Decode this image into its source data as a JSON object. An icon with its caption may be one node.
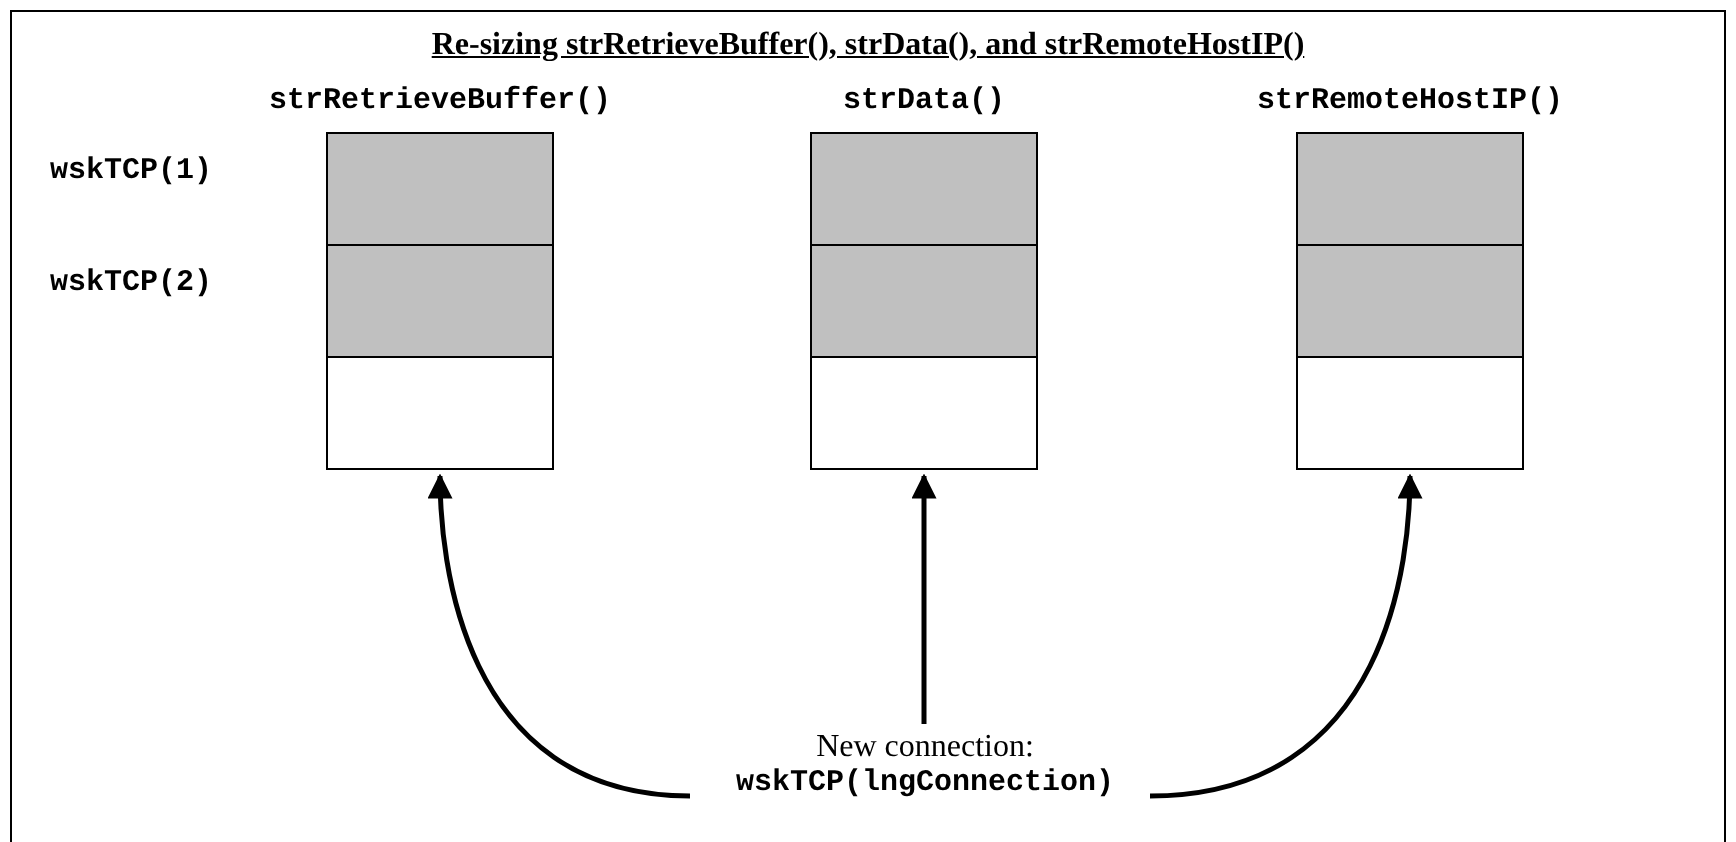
{
  "diagram": {
    "title": "Re-sizing strRetrieveBuffer(), strData(), and strRemoteHostIP()",
    "nodes": [
      {
        "text": [
          "strRetrieveBuffer()"
        ]
      },
      {
        "text": [],
        "shape": "box",
        "in": 0
      },
      {
        "text": [],
        "shape": "box",
        "in": 0
      },
      {
        "text": [],
        "shape": "box",
        "in": 0
      },
      {
        "text": [
          "strData()"
        ]
      },
      {
        "text": [],
        "shape": "box",
        "in": 4
      },
      {
        "text": [],
        "shape": "box",
        "in": 4
      },
      {
        "text": [],
        "shape": "box",
        "in": 4
      },
      {
        "text": [
          "strRemoteHostIP()"
        ]
      },
      {
        "text": [],
        "shape": "box",
        "in": 8
      },
      {
        "text": [],
        "shape": "box",
        "in": 8
      },
      {
        "text": [],
        "shape": "box",
        "in": 8
      },
      {
        "text": [
          "New connection:",
          "wskTCP(lngConnection)"
        ]
      }
    ],
    "edges": [
      {
        "from": 12,
        "to": 3,
        "arrow": "to"
      },
      {
        "from": 12,
        "to": 7,
        "arrow": "to"
      },
      {
        "from": 12,
        "to": 11,
        "arrow": "to"
      }
    ],
    "labels": [
      "wskTCP(1)",
      "wskTCP(2)"
    ]
  }
}
